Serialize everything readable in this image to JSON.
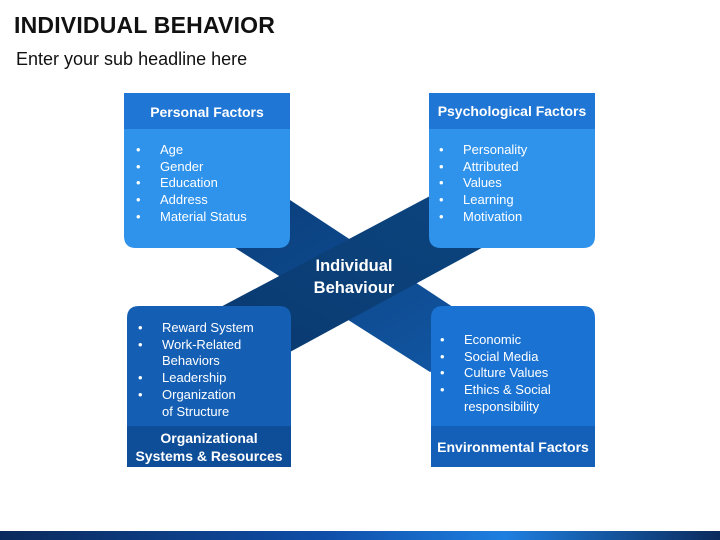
{
  "title": "INDIVIDUAL BEHAVIOR",
  "subtitle": "Enter your sub headline here",
  "center": {
    "line1": "Individual",
    "line2": "Behaviour"
  },
  "colors": {
    "light_blue": "#2b8ee8",
    "mid_blue": "#1a6fce",
    "dark_blue": "#0f4d92",
    "band": "#0e4a8a"
  },
  "boxes": {
    "personal": {
      "title": "Personal Factors",
      "items": [
        "Age",
        "Gender",
        "Education",
        "Address",
        "Material Status"
      ]
    },
    "psychological": {
      "title": "Psychological Factors",
      "items": [
        "Personality",
        "Attributed",
        "Values",
        "Learning",
        "Motivation"
      ]
    },
    "organizational": {
      "title_line1": "Organizational",
      "title_line2": "Systems & Resources",
      "items": [
        [
          "Reward System"
        ],
        [
          "Work-Related",
          "Behaviors"
        ],
        [
          "Leadership"
        ],
        [
          "Organization",
          "of  Structure"
        ]
      ]
    },
    "environmental": {
      "title": "Environmental Factors",
      "items": [
        [
          "Economic"
        ],
        [
          "Social Media"
        ],
        [
          "Culture Values"
        ],
        [
          "Ethics & Social",
          "responsibility"
        ]
      ]
    }
  }
}
